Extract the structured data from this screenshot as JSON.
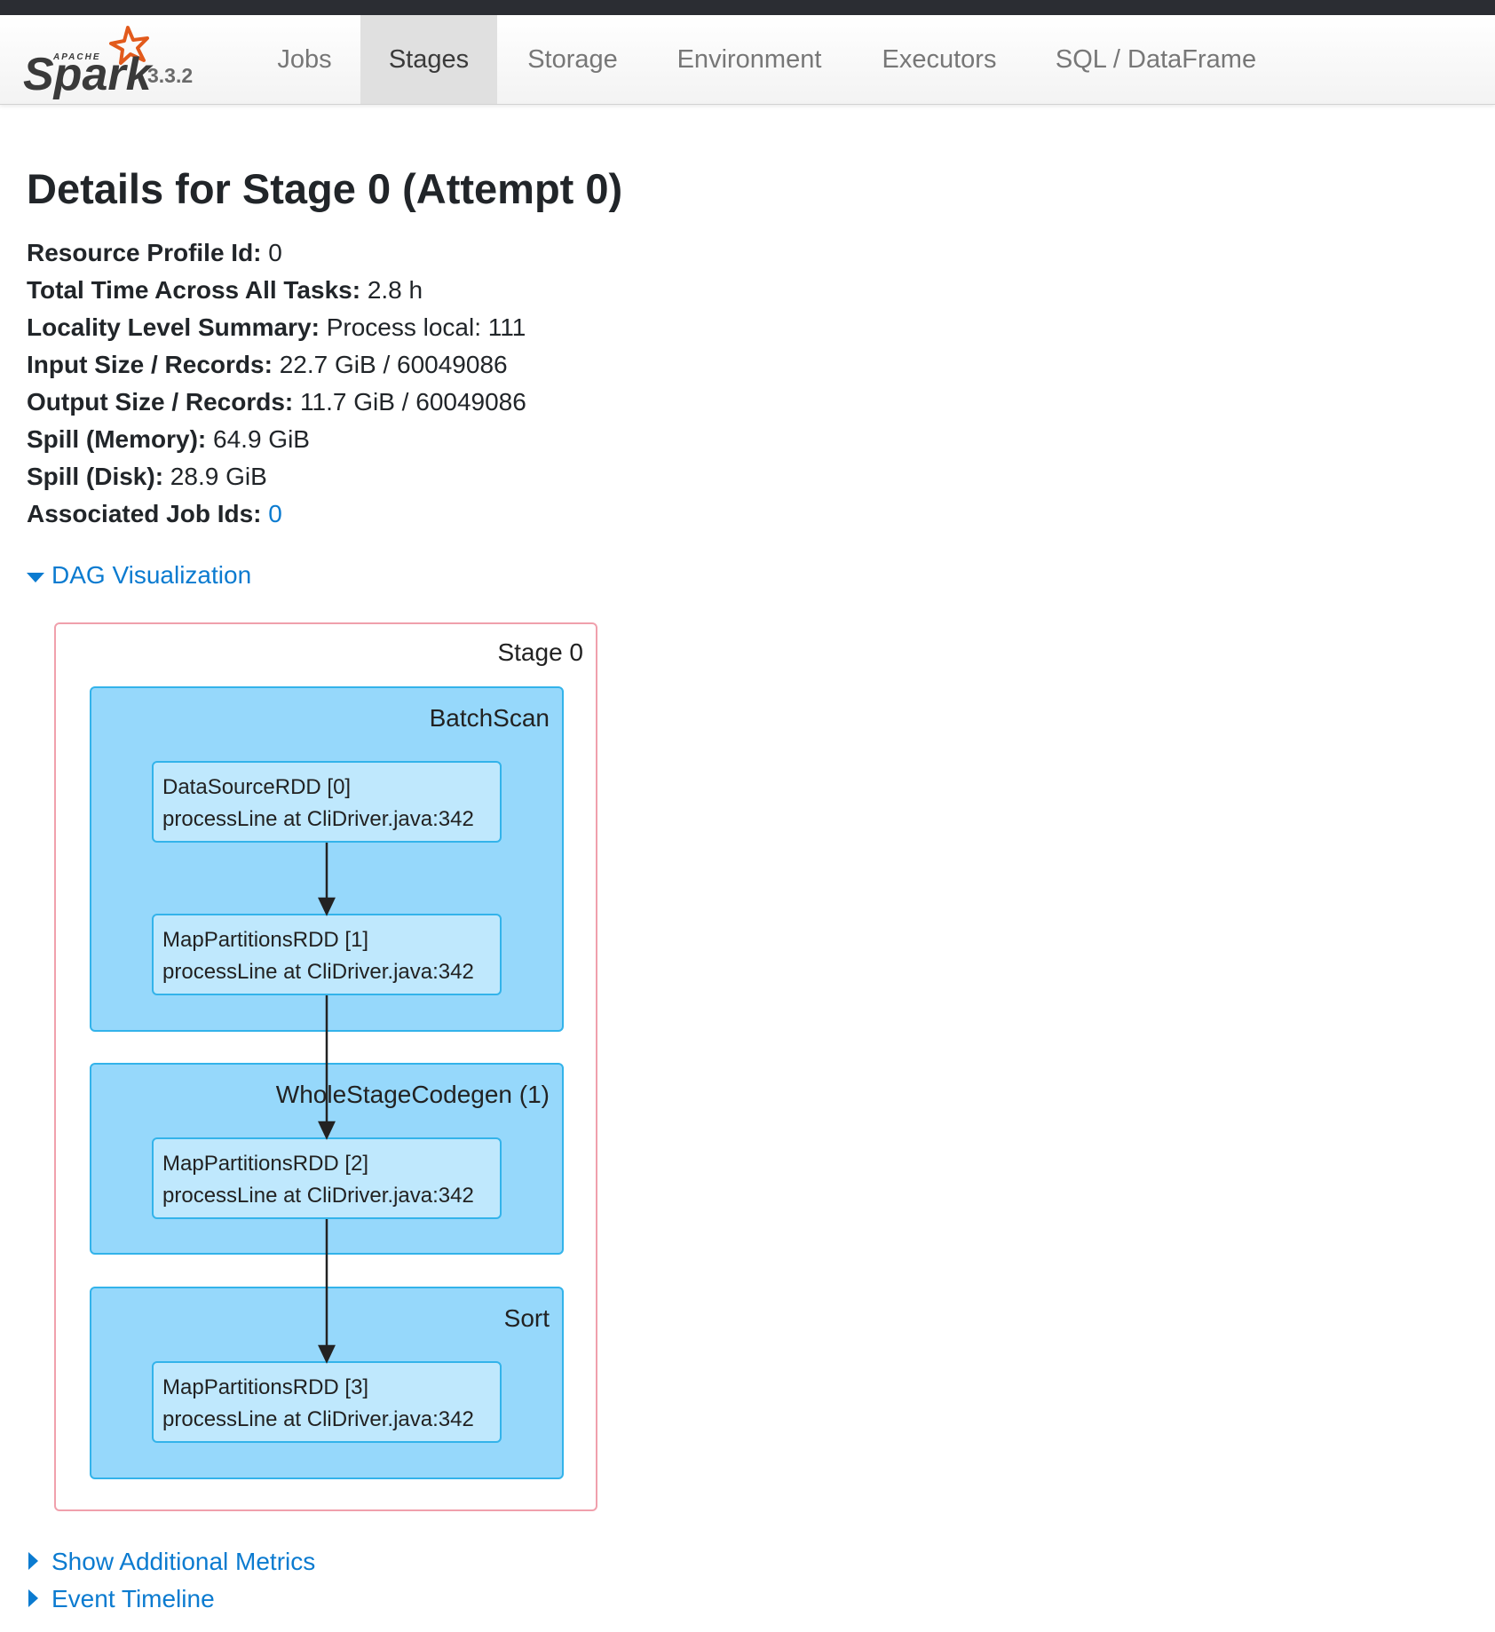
{
  "app": {
    "brand_name": "Spark",
    "brand_sub": "APACHE",
    "version": "3.3.2"
  },
  "nav": {
    "items": [
      {
        "label": "Jobs",
        "active": false
      },
      {
        "label": "Stages",
        "active": true
      },
      {
        "label": "Storage",
        "active": false
      },
      {
        "label": "Environment",
        "active": false
      },
      {
        "label": "Executors",
        "active": false
      },
      {
        "label": "SQL / DataFrame",
        "active": false
      }
    ]
  },
  "page": {
    "title": "Details for Stage 0 (Attempt 0)"
  },
  "summary": [
    {
      "label": "Resource Profile Id:",
      "value": "0"
    },
    {
      "label": "Total Time Across All Tasks:",
      "value": "2.8 h"
    },
    {
      "label": "Locality Level Summary:",
      "value": "Process local: 111"
    },
    {
      "label": "Input Size / Records:",
      "value": "22.7 GiB / 60049086"
    },
    {
      "label": "Output Size / Records:",
      "value": "11.7 GiB / 60049086"
    },
    {
      "label": "Spill (Memory):",
      "value": "64.9 GiB"
    },
    {
      "label": "Spill (Disk):",
      "value": "28.9 GiB"
    },
    {
      "label": "Associated Job Ids:",
      "value": "0",
      "link": true
    }
  ],
  "dag_toggle": {
    "label": "DAG Visualization",
    "expanded": true
  },
  "dag": {
    "stage_label": "Stage 0",
    "clusters": [
      {
        "label": "BatchScan"
      },
      {
        "label": "WholeStageCodegen (1)"
      },
      {
        "label": "Sort"
      }
    ],
    "rdds": [
      {
        "name": "DataSourceRDD [0]",
        "callsite": "processLine at CliDriver.java:342"
      },
      {
        "name": "MapPartitionsRDD [1]",
        "callsite": "processLine at CliDriver.java:342"
      },
      {
        "name": "MapPartitionsRDD [2]",
        "callsite": "processLine at CliDriver.java:342"
      },
      {
        "name": "MapPartitionsRDD [3]",
        "callsite": "processLine at CliDriver.java:342"
      }
    ]
  },
  "sections": {
    "additional_metrics": {
      "label": "Show Additional Metrics",
      "expanded": false
    },
    "event_timeline": {
      "label": "Event Timeline",
      "expanded": false
    }
  },
  "colors": {
    "link": "#0b7bd0",
    "cluster_fill": "#96d8fb",
    "rdd_fill": "#bfe8fd",
    "cluster_border": "#33b3ea",
    "stage_border": "#f0a0ac",
    "brand_orange": "#e25a1c"
  }
}
